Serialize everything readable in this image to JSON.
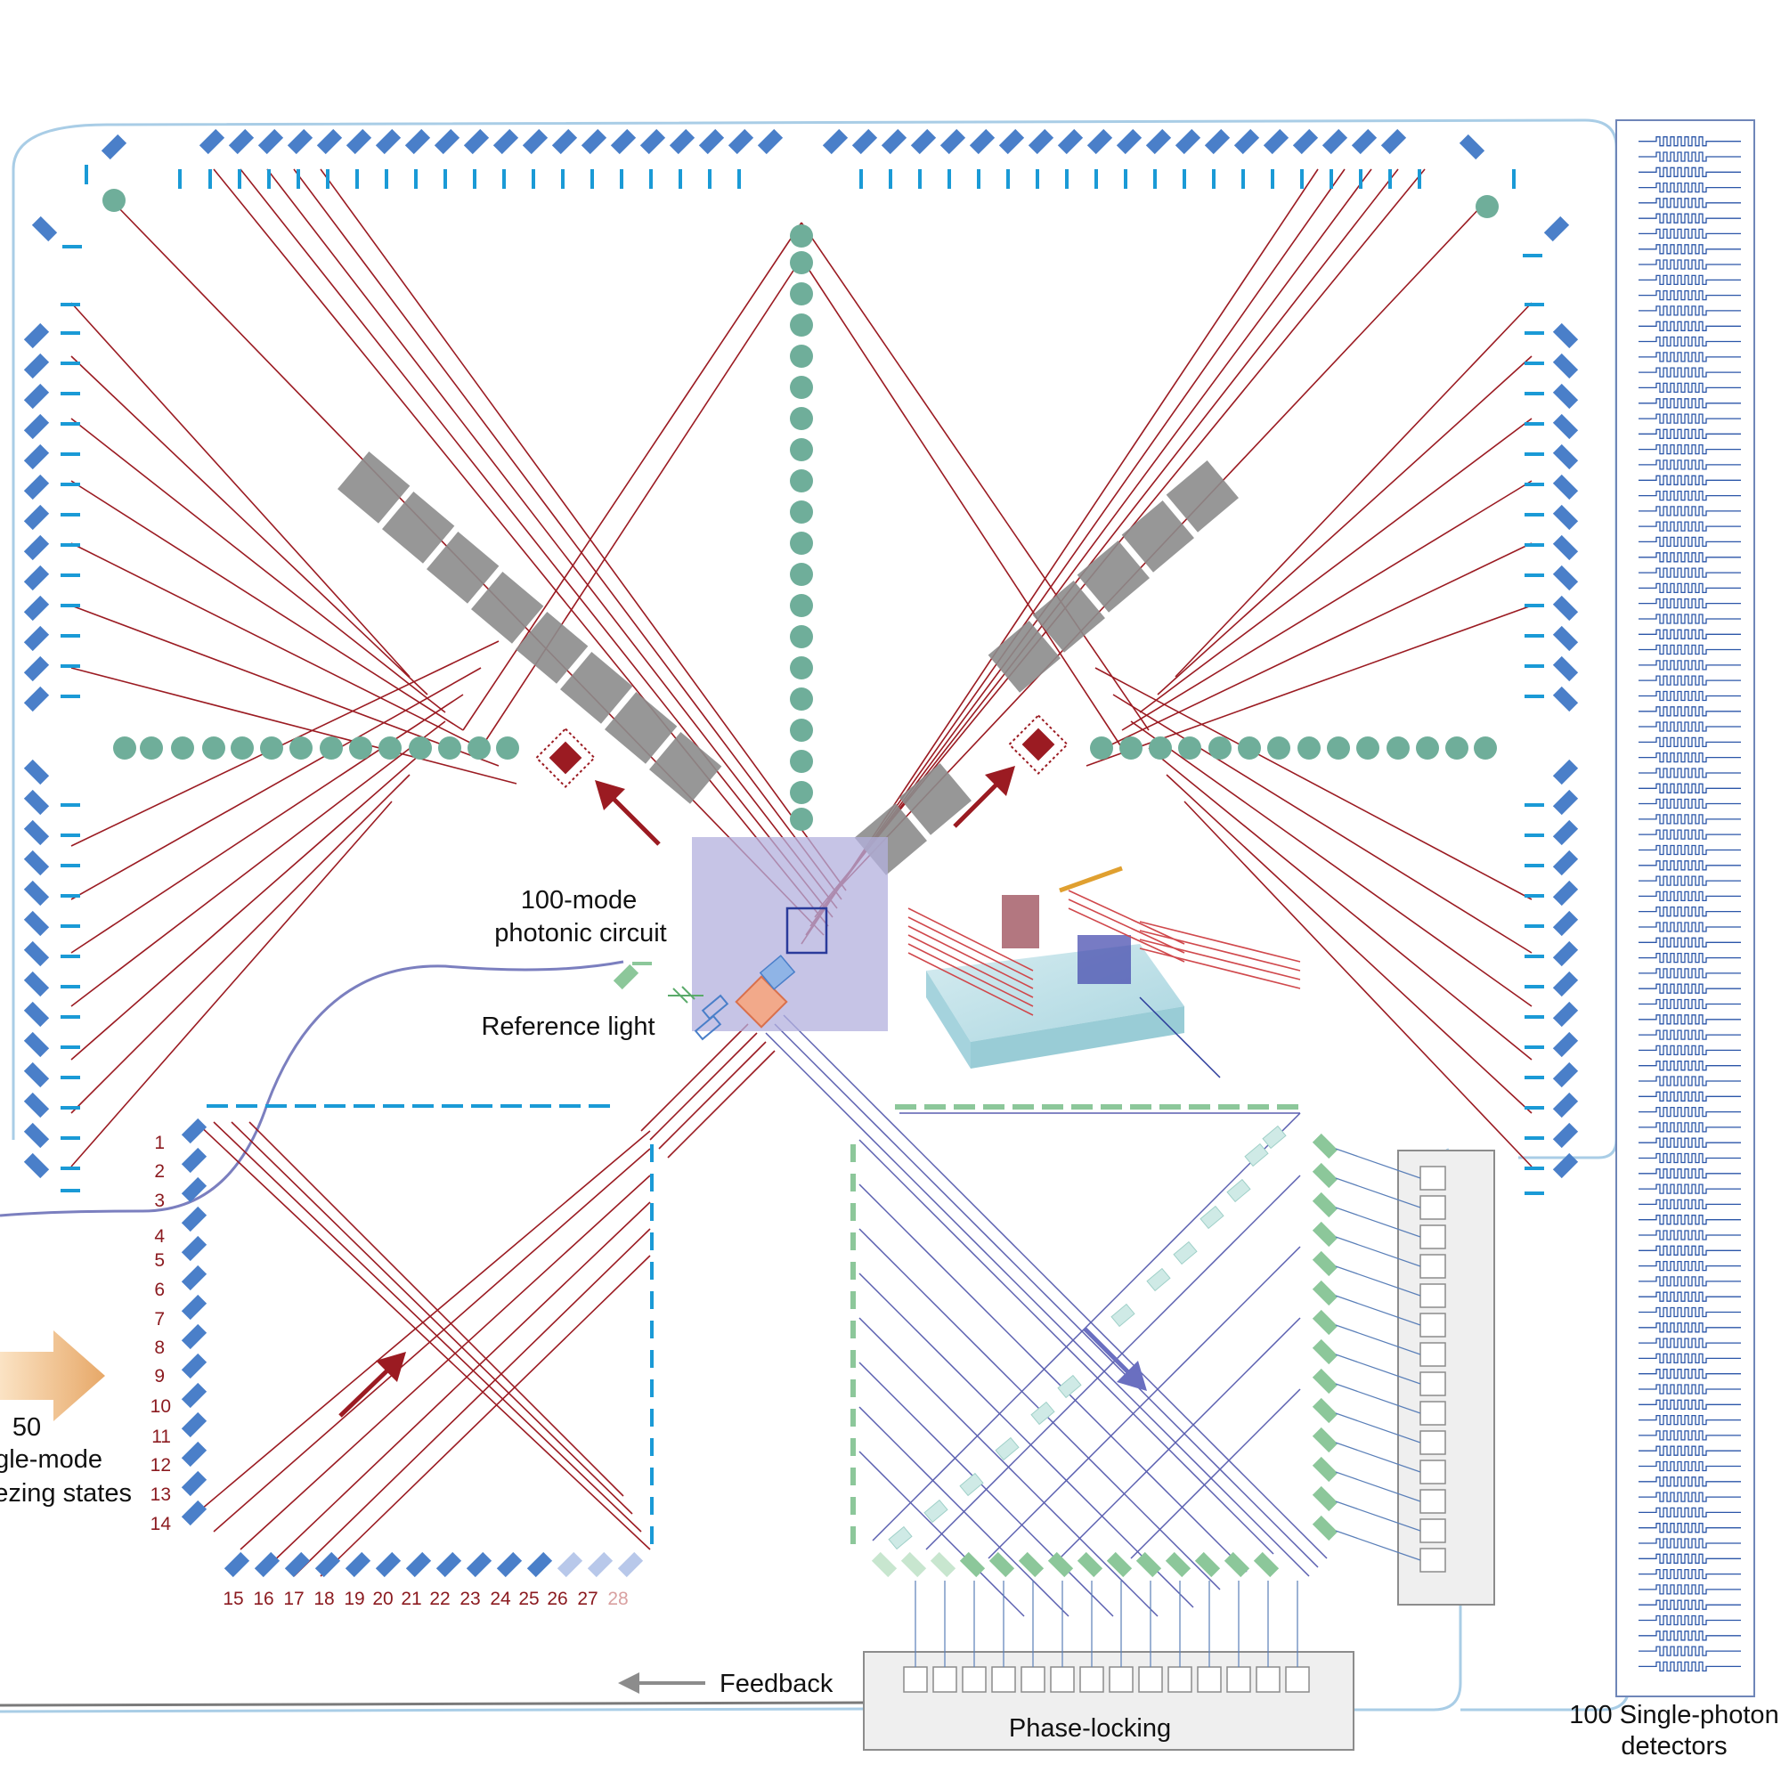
{
  "labels": {
    "circuit_line1": "100-mode",
    "circuit_line2": "photonic circuit",
    "reference_light": "Reference light",
    "source_count": "50",
    "source_line2": "single-mode",
    "source_line3": "squeezing states",
    "feedback": "Feedback",
    "phase_locking": "Phase-locking",
    "detectors_line1": "100 Single-photon",
    "detectors_line2": "detectors"
  },
  "input_numbers_left": [
    "1",
    "2",
    "3",
    "4",
    "5",
    "6",
    "7",
    "8",
    "9",
    "10",
    "11",
    "12",
    "13",
    "14"
  ],
  "input_numbers_bottom": [
    "15",
    "16",
    "17",
    "18",
    "19",
    "20",
    "21",
    "22",
    "23",
    "24",
    "25",
    "26",
    "27",
    "28"
  ],
  "colors": {
    "beam_red": "#9b1b22",
    "beam_blue": "#5a5fb0",
    "fiber": "#a9cde6",
    "collimator_blue": "#4a7fc9",
    "mirror_cyan": "#1a9ad6",
    "plate_teal": "#6fae9a",
    "block_gray": "#8c8c8c",
    "green_element": "#8cc79a",
    "detector_wire": "#2b56a8",
    "circuit_box": "#b3b0dd",
    "source_arrow": "#e8b47a"
  }
}
